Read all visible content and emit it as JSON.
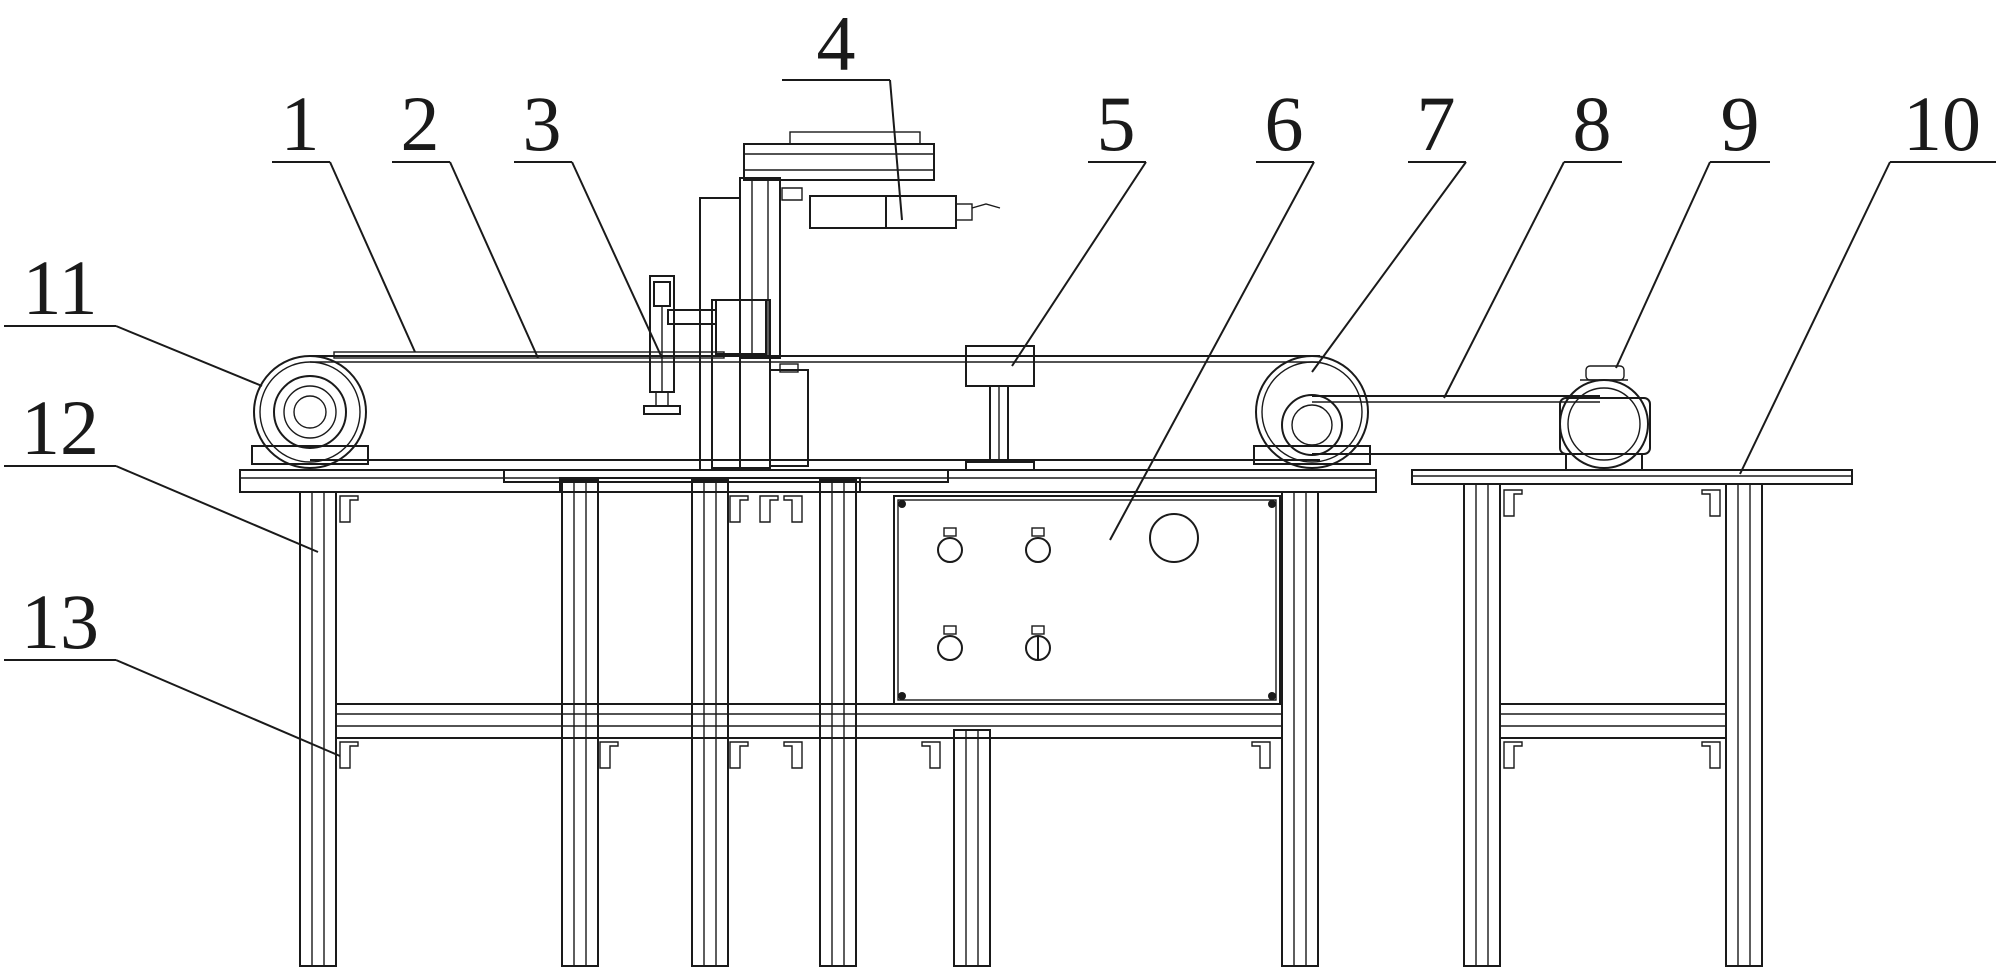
{
  "figure": {
    "background": "#ffffff",
    "line_color": "#1a1a1a",
    "labels": [
      {
        "id": "1",
        "text": "1"
      },
      {
        "id": "2",
        "text": "2"
      },
      {
        "id": "3",
        "text": "3"
      },
      {
        "id": "4",
        "text": "4"
      },
      {
        "id": "5",
        "text": "5"
      },
      {
        "id": "6",
        "text": "6"
      },
      {
        "id": "7",
        "text": "7"
      },
      {
        "id": "8",
        "text": "8"
      },
      {
        "id": "9",
        "text": "9"
      },
      {
        "id": "10",
        "text": "10"
      },
      {
        "id": "11",
        "text": "11"
      },
      {
        "id": "12",
        "text": "12"
      },
      {
        "id": "13",
        "text": "13"
      }
    ]
  }
}
